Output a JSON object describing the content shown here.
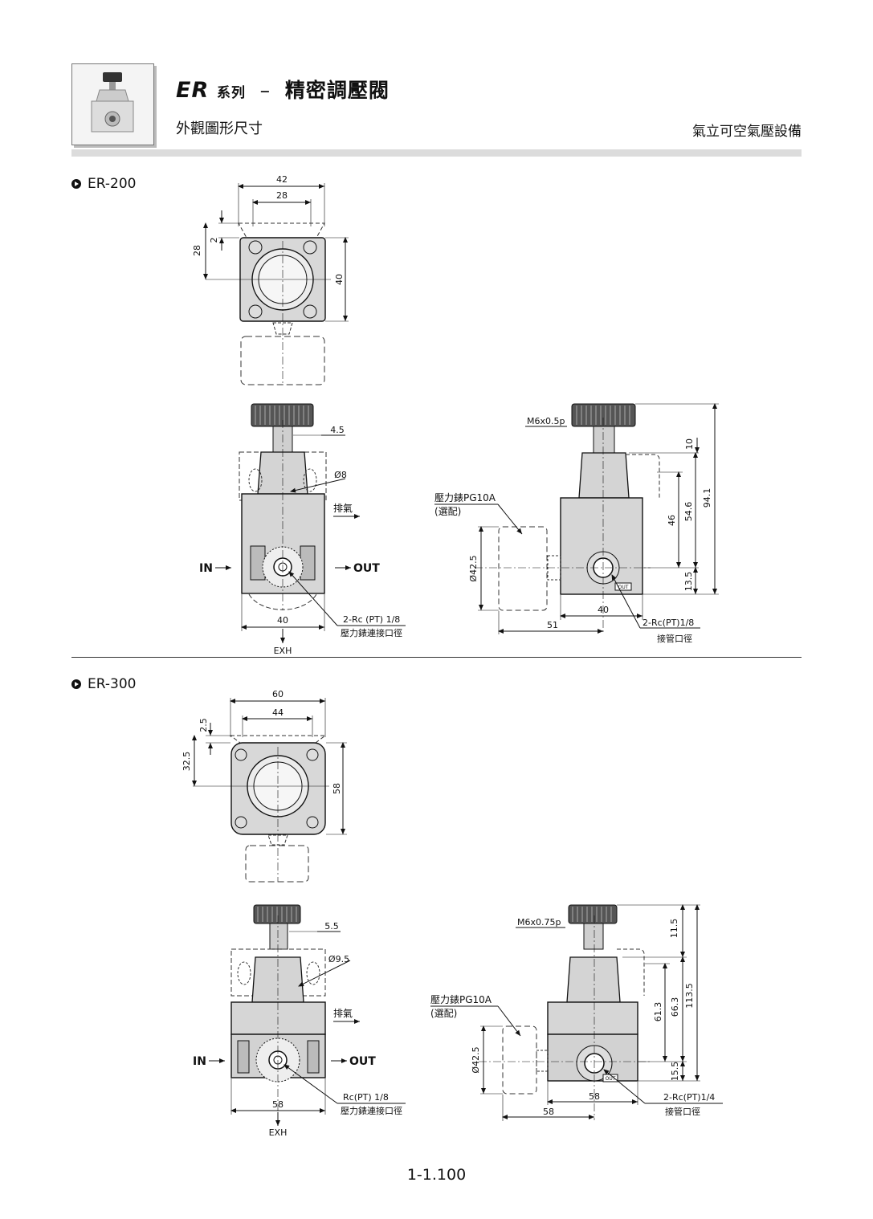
{
  "header": {
    "series_code": "ER",
    "series_word": "系列",
    "dash": "–",
    "product_name": "精密調壓閥",
    "subtitle": "外觀圖形尺寸",
    "company": "氣立可空氣壓設備"
  },
  "models": [
    {
      "name": "ER-200",
      "top_view": {
        "w_outer": "42",
        "w_inner": "28",
        "h_offset": "28",
        "h_small": "2",
        "h_body": "40"
      },
      "front_view": {
        "dim_knob": "4.5",
        "dim_hole": "Ø8",
        "exhaust": "排氣",
        "in": "IN",
        "out": "OUT",
        "width": "40",
        "port_note_1": "2-Rc (PT) 1/8",
        "port_note_2": "壓力錶連接口徑",
        "exh": "EXH"
      },
      "side_view": {
        "thread": "M6x0.5p",
        "gauge_1": "壓力錶PG10A",
        "gauge_2": "(選配)",
        "gauge_dia": "Ø42.5",
        "h1": "10",
        "h2": "46",
        "h3": "54.6",
        "h4": "94.1",
        "h5": "13.5",
        "w1": "40",
        "w2": "51",
        "out_tag": "OUT",
        "port_note_1": "2-Rc(PT)1/8",
        "port_note_2": "接管口徑"
      }
    },
    {
      "name": "ER-300",
      "top_view": {
        "w_outer": "60",
        "w_inner": "44",
        "h_offset": "32.5",
        "h_small": "2.5",
        "h_body": "58"
      },
      "front_view": {
        "dim_knob": "5.5",
        "dim_hole": "Ø9.5",
        "exhaust": "排氣",
        "in": "IN",
        "out": "OUT",
        "width": "58",
        "port_note_1": "Rc(PT) 1/8",
        "port_note_2": "壓力錶連接口徑",
        "exh": "EXH"
      },
      "side_view": {
        "thread": "M6x0.75p",
        "gauge_1": "壓力錶PG10A",
        "gauge_2": "(選配)",
        "gauge_dia": "Ø42.5",
        "h1": "11.5",
        "h2": "61.3",
        "h3": "66.3",
        "h4": "113.5",
        "h5": "15.5",
        "w1": "58",
        "w2": "58",
        "out_tag": "OUT",
        "port_note_1": "2-Rc(PT)1/4",
        "port_note_2": "接管口徑"
      }
    }
  ],
  "page_number": "1-1.100"
}
